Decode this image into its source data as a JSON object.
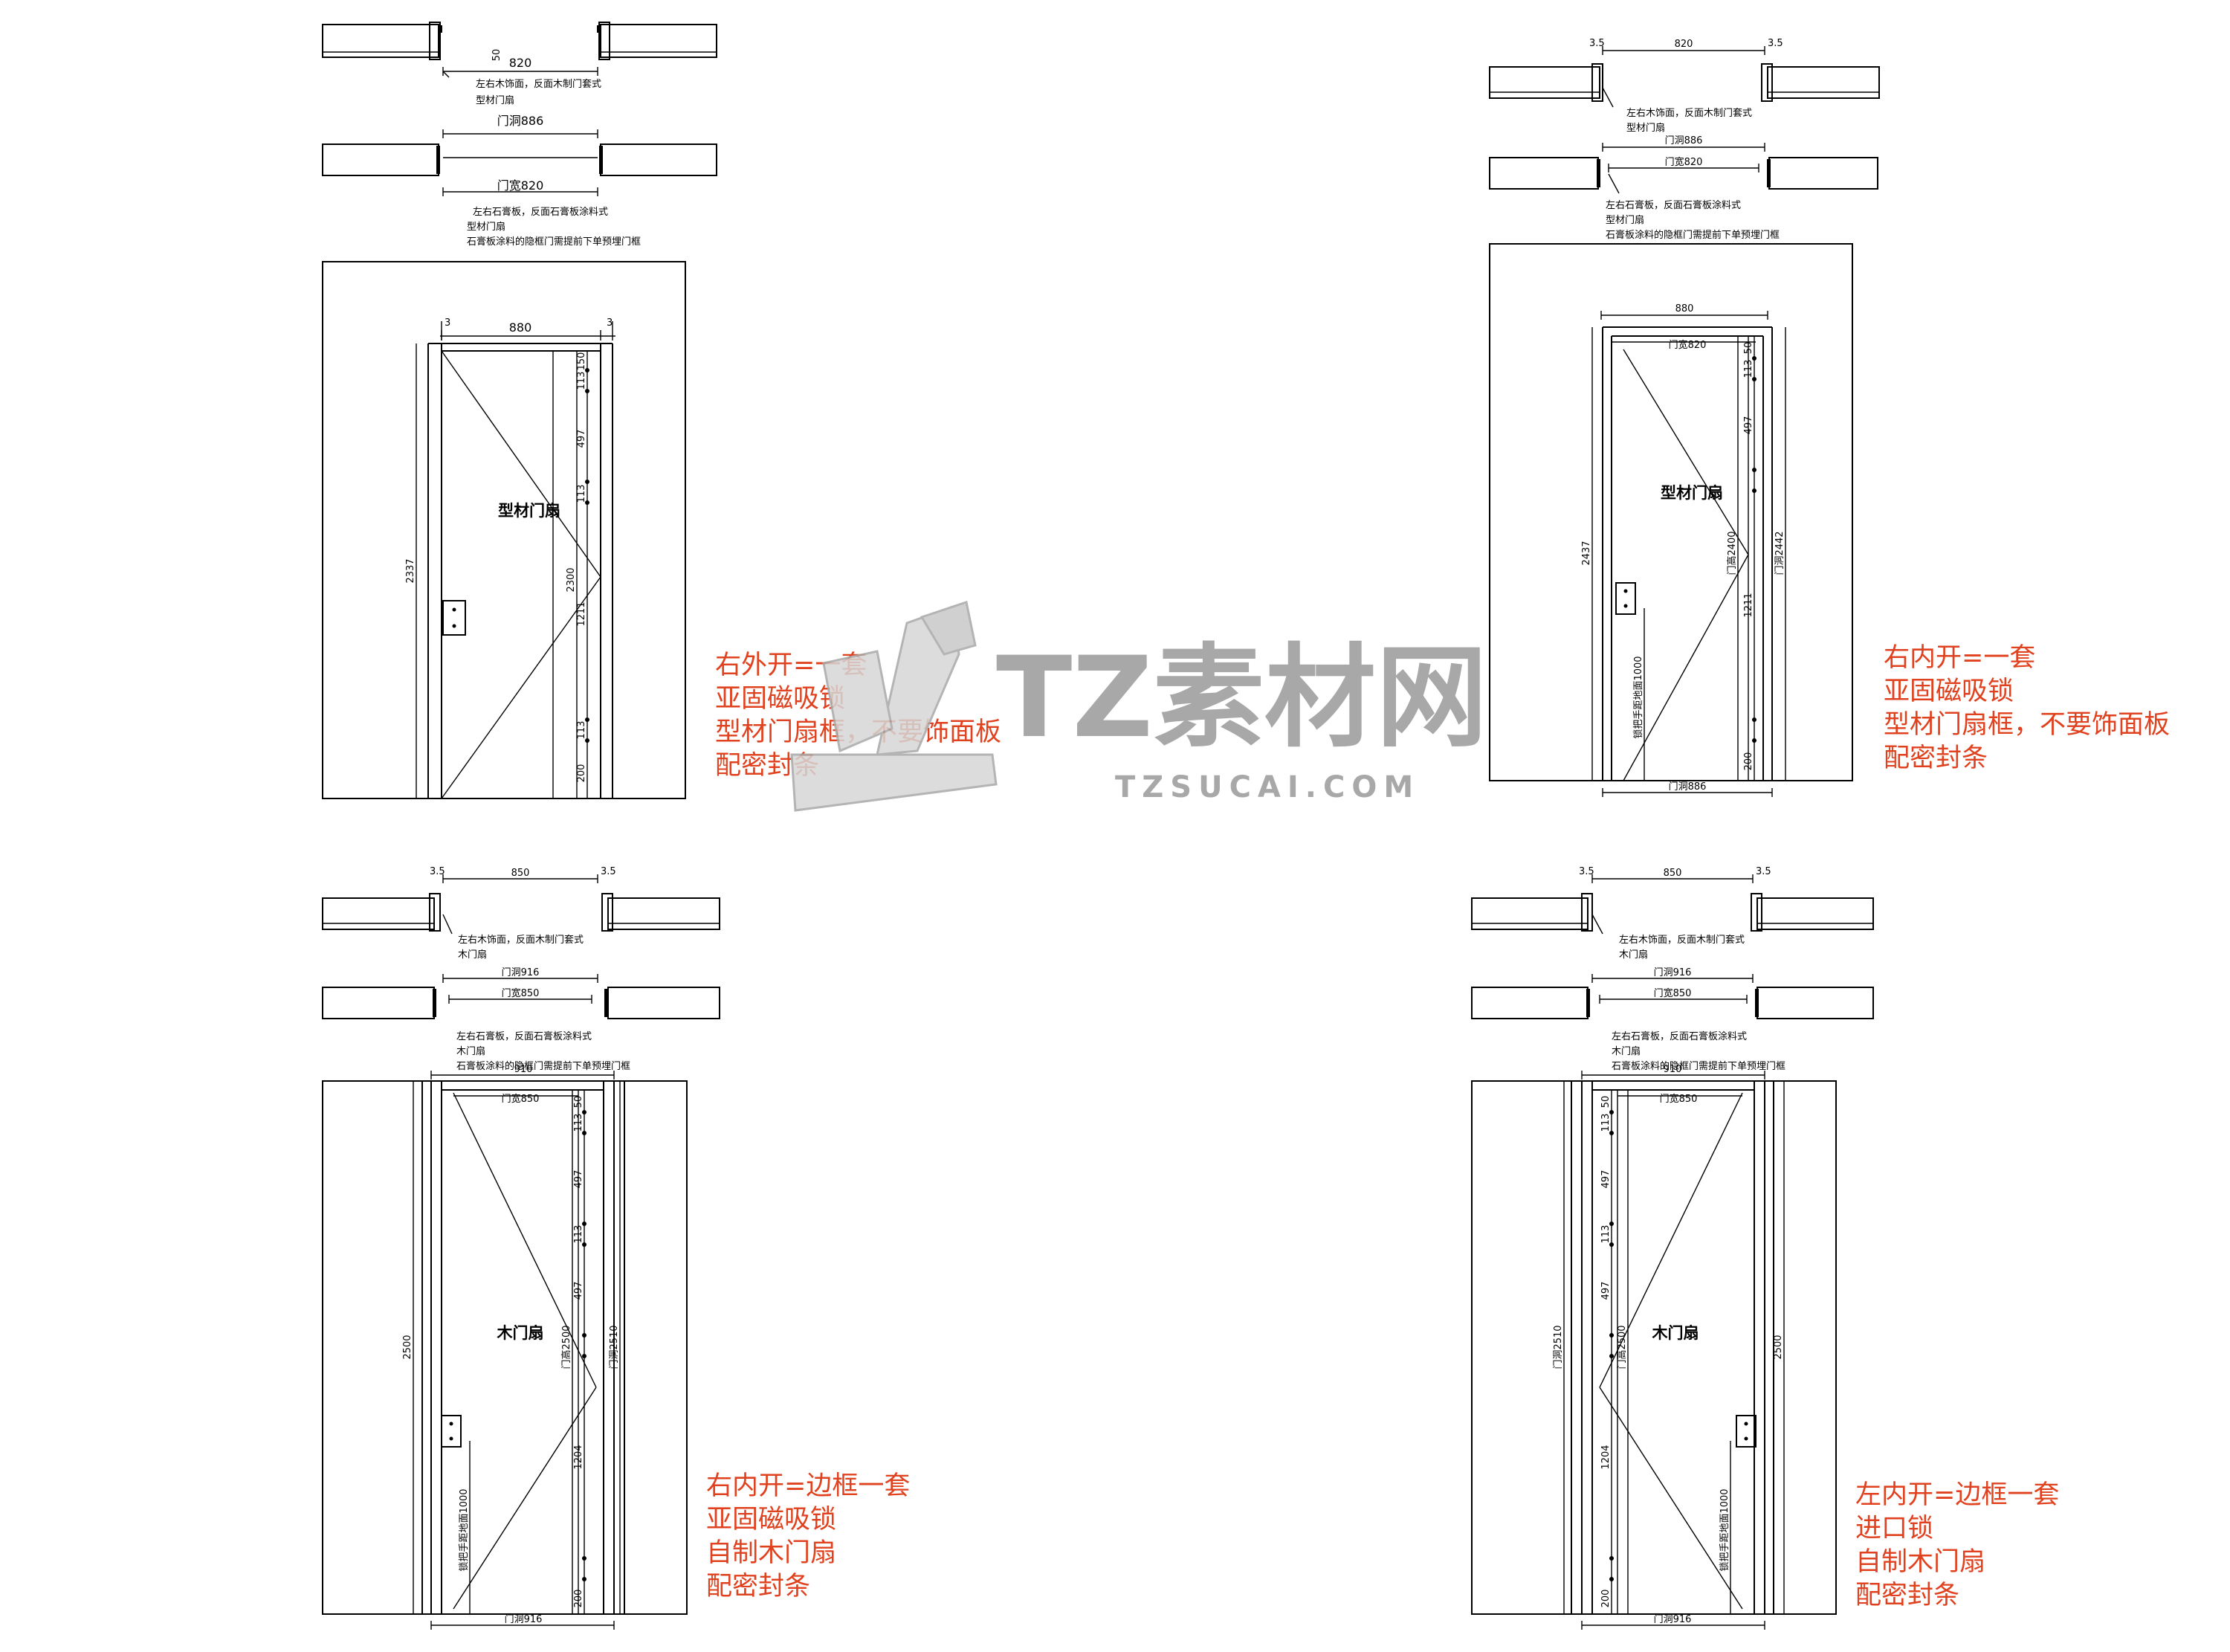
{
  "watermark": {
    "brand": "TZ素材网",
    "url": "TZSUCAI.COM"
  },
  "panels": [
    {
      "id": "top-left",
      "plan1": {
        "dim_top": "820",
        "dim_side": "50",
        "note_1": "左右木饰面，反面木制门套式",
        "note_2": "型材门扇"
      },
      "plan2": {
        "dim_top": "门洞886",
        "dim_bottom": "门宽820",
        "note_1": "左右石膏板，反面石膏板涂料式",
        "note_2": "型材门扇",
        "note_3": "石膏板涂料的隐框门需提前下单预埋门框"
      },
      "elev": {
        "width": "880",
        "width_l": "3",
        "width_r": "3",
        "height_total": "2337",
        "height_leaf": "2300",
        "seg_1": "150",
        "seg_2": "113",
        "seg_3": "497",
        "seg_4": "113",
        "seg_5": "1211",
        "seg_6": "113",
        "seg_7": "200",
        "leaf_label": "型材门扇"
      },
      "notes": [
        "右外开=一套",
        "亚固磁吸锁",
        "型材门扇框，不要饰面板",
        "配密封条"
      ]
    },
    {
      "id": "top-right",
      "plan1": {
        "dim_top": "820",
        "dim_l": "3.5",
        "dim_r": "3.5",
        "note_1": "左右木饰面，反面木制门套式",
        "note_2": "型材门扇"
      },
      "plan2": {
        "dim_top": "门洞886",
        "dim_mid": "门宽820",
        "note_1": "左右石膏板，反面石膏板涂料式",
        "note_2": "型材门扇",
        "note_3": "石膏板涂料的隐框门需提前下单预埋门框"
      },
      "elev": {
        "width": "880",
        "inner": "门宽820",
        "height_total": "2437",
        "height_opening": "门洞2442",
        "height_leaf": "门高2400",
        "seg_1": "50",
        "seg_2": "113",
        "seg_3": "497",
        "seg_4": "1211",
        "seg_5": "200",
        "handle": "锁把手距地面1000",
        "bottom": "门洞886",
        "leaf_label": "型材门扇"
      },
      "notes": [
        "右内开=一套",
        "亚固磁吸锁",
        "型材门扇框，不要饰面板",
        "配密封条"
      ]
    },
    {
      "id": "bottom-left",
      "plan1": {
        "dim_top": "850",
        "dim_l": "3.5",
        "dim_r": "3.5",
        "note_1": "左右木饰面，反面木制门套式",
        "note_2": "木门扇"
      },
      "plan2": {
        "dim_top": "门洞916",
        "dim_mid": "门宽850",
        "note_1": "左右石膏板，反面石膏板涂料式",
        "note_2": "木门扇",
        "note_3": "石膏板涂料的隐框门需提前下单预埋门框"
      },
      "elev": {
        "width": "910",
        "inner": "门宽850",
        "height_total": "2500",
        "height_opening": "门洞2510",
        "height_leaf": "门高2500",
        "seg_1": "50",
        "seg_2": "113",
        "seg_3": "497",
        "seg_4": "113",
        "seg_5": "497",
        "seg_6": "1204",
        "seg_7": "200",
        "handle": "锁把手距地面1000",
        "bottom": "门洞916",
        "leaf_label": "木门扇"
      },
      "notes": [
        "右内开=边框一套",
        "亚固磁吸锁",
        "自制木门扇",
        "配密封条"
      ]
    },
    {
      "id": "bottom-right",
      "plan1": {
        "dim_top": "850",
        "dim_l": "3.5",
        "dim_r": "3.5",
        "note_1": "左右木饰面，反面木制门套式",
        "note_2": "木门扇"
      },
      "plan2": {
        "dim_top": "门洞916",
        "dim_mid": "门宽850",
        "note_1": "左右石膏板，反面石膏板涂料式",
        "note_2": "木门扇",
        "note_3": "石膏板涂料的隐框门需提前下单预埋门框"
      },
      "elev": {
        "width": "910",
        "inner": "门宽850",
        "height_total": "2500",
        "height_opening": "门洞2510",
        "height_leaf": "门高2500",
        "seg_1": "50",
        "seg_2": "113",
        "seg_3": "497",
        "seg_4": "113",
        "seg_5": "497",
        "seg_6": "1204",
        "seg_7": "200",
        "handle": "锁把手距地面1000",
        "bottom": "门洞916",
        "leaf_label": "木门扇"
      },
      "notes": [
        "左内开=边框一套",
        "进口锁",
        "自制木门扇",
        "配密封条"
      ]
    }
  ]
}
